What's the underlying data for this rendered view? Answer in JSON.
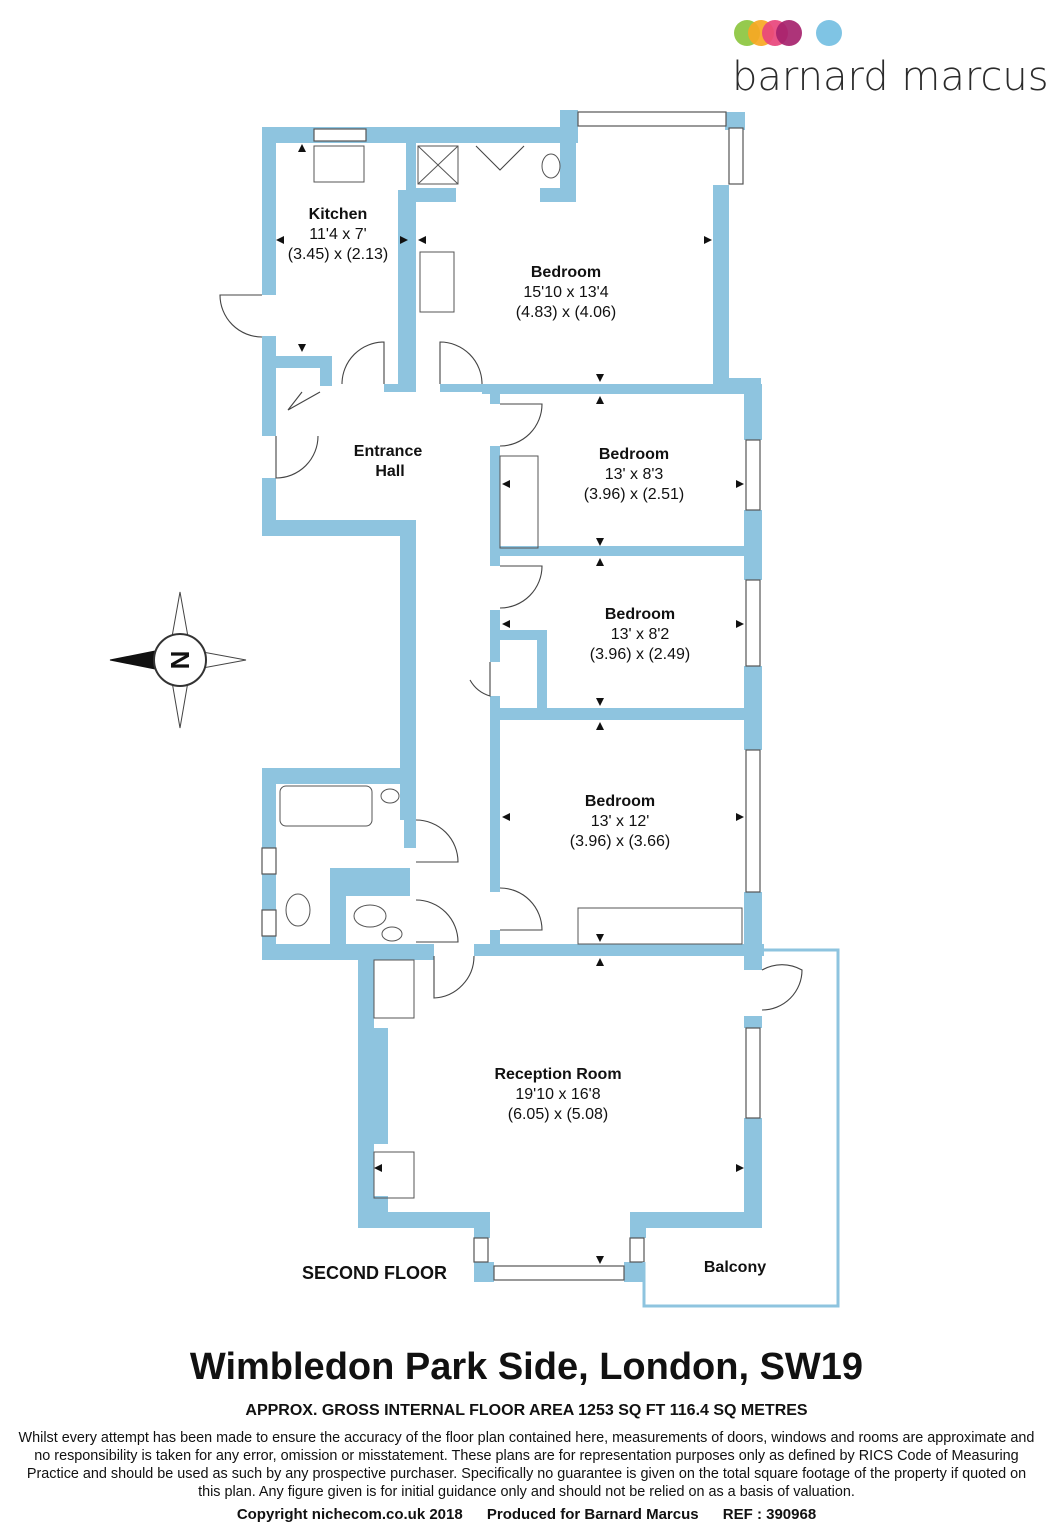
{
  "brand": {
    "name": "barnard marcus",
    "dot_colors": [
      "#8cc63f",
      "#f7a823",
      "#e8457c",
      "#a6236e",
      "#7fc4e4"
    ]
  },
  "compass": {
    "label": "N"
  },
  "rooms": {
    "kitchen": {
      "name": "Kitchen",
      "imperial": "11'4 x 7'",
      "metric": "(3.45) x (2.13)"
    },
    "bedroom1": {
      "name": "Bedroom",
      "imperial": "15'10 x 13'4",
      "metric": "(4.83) x (4.06)"
    },
    "entrance": {
      "line1": "Entrance",
      "line2": "Hall"
    },
    "bedroom2": {
      "name": "Bedroom",
      "imperial": "13' x 8'3",
      "metric": "(3.96) x (2.51)"
    },
    "bedroom3": {
      "name": "Bedroom",
      "imperial": "13' x 8'2",
      "metric": "(3.96) x (2.49)"
    },
    "bedroom4": {
      "name": "Bedroom",
      "imperial": "13' x 12'",
      "metric": "(3.96) x (3.66)"
    },
    "reception": {
      "name": "Reception Room",
      "imperial": "19'10 x 16'8",
      "metric": "(6.05) x (5.08)"
    },
    "balcony": {
      "name": "Balcony"
    }
  },
  "floor_label": "SECOND FLOOR",
  "address": "Wimbledon Park Side, London, SW19",
  "area": "APPROX. GROSS INTERNAL FLOOR AREA 1253 SQ FT 116.4 SQ METRES",
  "disclaimer": "Whilst every attempt has been made to ensure the accuracy of the floor plan contained here, measurements of doors, windows and rooms are approximate and no responsibility is taken for any error, omission or misstatement. These plans are for representation purposes only as defined by RICS Code of Measuring Practice and should be used as such by any prospective purchaser.  Specifically no guarantee is given on the total square footage of the property if quoted on this plan. Any figure given is for initial guidance only and should not be relied on as a basis of valuation.",
  "footer": {
    "copyright": "Copyright nichecom.co.uk 2018",
    "produced": "Produced for Barnard Marcus",
    "ref": "REF : 390968"
  },
  "colors": {
    "wall": "#8ec4df",
    "text": "#111111"
  }
}
